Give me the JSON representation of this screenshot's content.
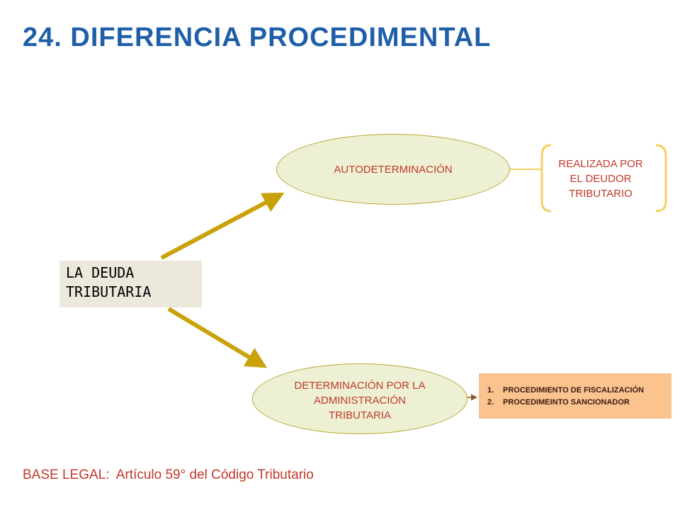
{
  "title": "24. DIFERENCIA PROCEDIMENTAL",
  "source": {
    "line1": "LA DEUDA",
    "line2": "TRIBUTARIA"
  },
  "upper": {
    "oval": "AUTODETERMINACIÓN",
    "bracket": [
      "REALIZADA POR",
      "EL DEUDOR",
      "TRIBUTARIO"
    ]
  },
  "lower": {
    "oval": [
      "DETERMINACIÓN POR LA",
      "ADMINISTRACIÓN",
      "TRIBUTARIA"
    ],
    "procedures": [
      {
        "num": "1.",
        "label": "PROCEDIMIENTO DE FISCALIZACIÓN"
      },
      {
        "num": "2.",
        "label": "PROCEDIMEINTO SANCIONADOR"
      }
    ]
  },
  "footer": {
    "prefix": "BASE LEGAL:",
    "text": "Artículo 59° del Código Tributario"
  },
  "colors": {
    "title": "#1f5fa8",
    "arrow": "#c9a20a",
    "bracket": "#f5d060",
    "red_text": "#c0392b",
    "oval_fill": "#eef0d4",
    "source_fill": "#ece9dc",
    "proc_fill": "#fbc48f"
  }
}
